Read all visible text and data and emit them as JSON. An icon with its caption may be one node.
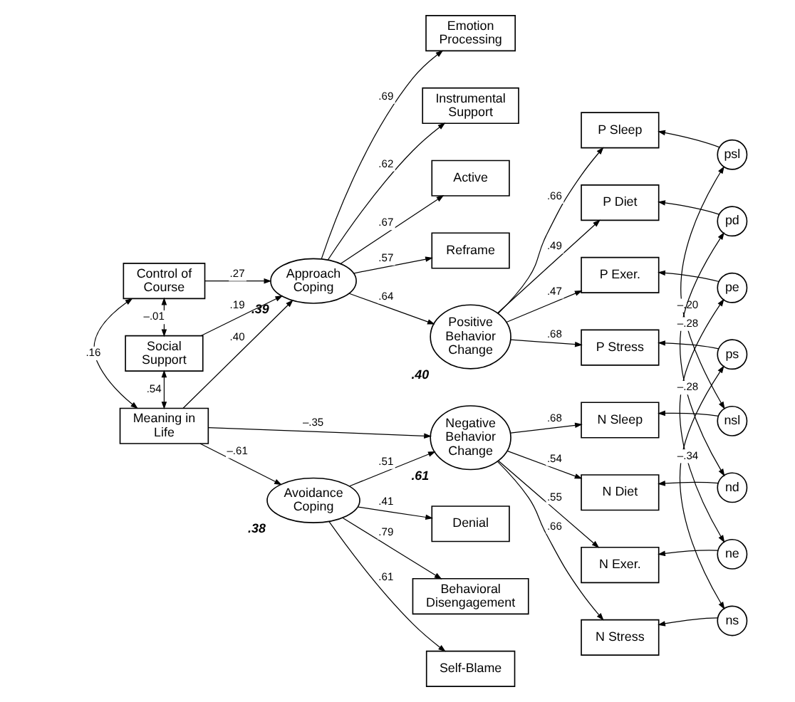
{
  "diagram": {
    "nodes": [
      {
        "text": [
          "Emotion Processing"
        ]
      },
      {
        "text": [
          "Instrumental Support"
        ]
      },
      {
        "text": [
          "Active"
        ]
      },
      {
        "text": [
          "Reframe"
        ]
      },
      {
        "text": [
          "Approach Coping"
        ],
        "beside": [
          ".39"
        ]
      },
      {
        "text": [
          "P Sleep"
        ]
      },
      {
        "text": [
          "psl"
        ]
      },
      {
        "text": [
          "P Diet"
        ]
      },
      {
        "text": [
          "pd"
        ]
      },
      {
        "text": [
          "Control of Course"
        ]
      },
      {
        "text": [
          "Positive Behavior Change"
        ],
        "beside": [
          ".40"
        ]
      },
      {
        "text": [
          "P Exer."
        ]
      },
      {
        "text": [
          "pe"
        ]
      },
      {
        "text": [
          "Social Support"
        ]
      },
      {
        "text": [
          "P Stress"
        ]
      },
      {
        "text": [
          "ps"
        ]
      },
      {
        "text": [
          "Negative Behavior Change"
        ],
        "beside": [
          ".61"
        ]
      },
      {
        "text": [
          "N Sleep"
        ]
      },
      {
        "text": [
          "nsl"
        ]
      },
      {
        "text": [
          "Meaning in Life"
        ]
      },
      {
        "text": [
          "N Diet"
        ]
      },
      {
        "text": [
          "nd"
        ]
      },
      {
        "text": [
          "Avoidance Coping"
        ],
        "beside": [
          ".38"
        ]
      },
      {
        "text": [
          "N Exer."
        ]
      },
      {
        "text": [
          "ne"
        ]
      },
      {
        "text": [
          "N Stress"
        ]
      },
      {
        "text": [
          "ns"
        ]
      },
      {
        "text": [
          "Denial"
        ]
      },
      {
        "text": [
          "Behavioral Disengagement"
        ]
      },
      {
        "text": [
          "Self-Blame"
        ]
      }
    ],
    "edges": [
      {
        "from": 4,
        "to": 0,
        "arrow": "to",
        "label": ".69"
      },
      {
        "from": 4,
        "to": 1,
        "arrow": "to",
        "label": ".62"
      },
      {
        "from": 4,
        "to": 2,
        "arrow": "to",
        "label": ".67"
      },
      {
        "from": 4,
        "to": 3,
        "arrow": "to",
        "label": ".57"
      },
      {
        "from": 9,
        "to": 4,
        "arrow": "to",
        "label": ".27"
      },
      {
        "from": 13,
        "to": 4,
        "arrow": "to",
        "label": ".19"
      },
      {
        "from": 19,
        "to": 4,
        "arrow": "to",
        "label": ".40"
      },
      {
        "from": 4,
        "to": 10,
        "arrow": "to",
        "label": ".64"
      },
      {
        "from": 10,
        "to": 5,
        "arrow": "to",
        "label": ".66"
      },
      {
        "from": 10,
        "to": 7,
        "arrow": "to",
        "label": ".49"
      },
      {
        "from": 10,
        "to": 11,
        "arrow": "to",
        "label": ".47"
      },
      {
        "from": 10,
        "to": 14,
        "arrow": "to",
        "label": ".68"
      },
      {
        "from": 6,
        "to": 5,
        "arrow": "to"
      },
      {
        "from": 8,
        "to": 7,
        "arrow": "to"
      },
      {
        "from": 12,
        "to": 11,
        "arrow": "to"
      },
      {
        "from": 15,
        "to": 14,
        "arrow": "to"
      },
      {
        "from": 9,
        "to": 13,
        "arrow": "both",
        "label": "–.01"
      },
      {
        "from": 13,
        "to": 19,
        "arrow": "both",
        "label": ".54"
      },
      {
        "from": 9,
        "to": 19,
        "arrow": "both",
        "label": ".16"
      },
      {
        "from": 19,
        "to": 16,
        "arrow": "to",
        "label": "–.35"
      },
      {
        "from": 19,
        "to": 22,
        "arrow": "to",
        "label": "–.61"
      },
      {
        "from": 22,
        "to": 16,
        "arrow": "to",
        "label": ".51"
      },
      {
        "from": 16,
        "to": 17,
        "arrow": "to",
        "label": ".68"
      },
      {
        "from": 16,
        "to": 20,
        "arrow": "to",
        "label": ".54"
      },
      {
        "from": 16,
        "to": 23,
        "arrow": "to",
        "label": ".55"
      },
      {
        "from": 16,
        "to": 25,
        "arrow": "to",
        "label": ".66"
      },
      {
        "from": 18,
        "to": 17,
        "arrow": "to"
      },
      {
        "from": 21,
        "to": 20,
        "arrow": "to"
      },
      {
        "from": 24,
        "to": 23,
        "arrow": "to"
      },
      {
        "from": 26,
        "to": 25,
        "arrow": "to"
      },
      {
        "from": 6,
        "to": 18,
        "arrow": "both",
        "label": "–.20"
      },
      {
        "from": 8,
        "to": 21,
        "arrow": "both",
        "label": "–.28"
      },
      {
        "from": 12,
        "to": 24,
        "arrow": "both",
        "label": "–.28"
      },
      {
        "from": 15,
        "to": 26,
        "arrow": "both",
        "label": "–.34"
      },
      {
        "from": 22,
        "to": 27,
        "arrow": "to",
        "label": ".41"
      },
      {
        "from": 22,
        "to": 28,
        "arrow": "to",
        "label": ".79"
      },
      {
        "from": 22,
        "to": 29,
        "arrow": "to",
        "label": ".61"
      }
    ]
  }
}
